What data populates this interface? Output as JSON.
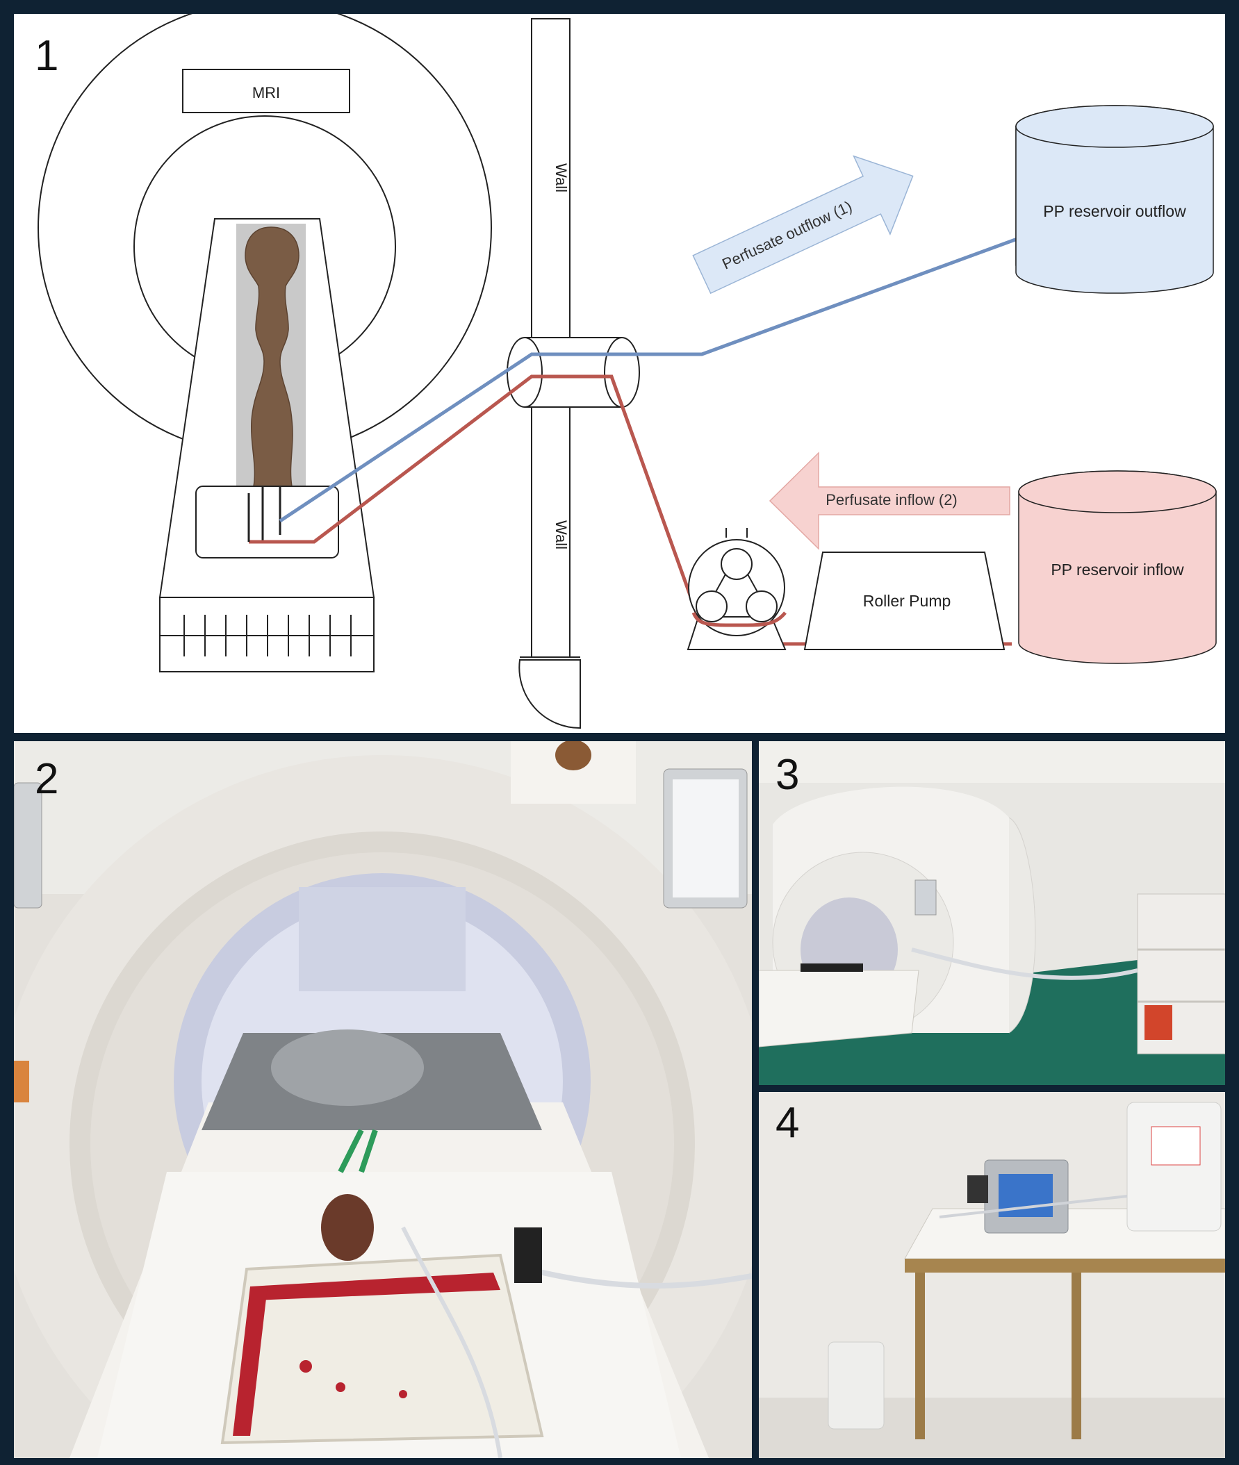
{
  "panels": [
    {
      "label": "1"
    },
    {
      "label": "2"
    },
    {
      "label": "3"
    },
    {
      "label": "4"
    }
  ],
  "diagram": {
    "mri_label": "MRI",
    "wall_label_top": "Wall",
    "wall_label_bottom": "Wall",
    "outflow_reservoir": "PP reservoir outflow",
    "inflow_reservoir": "PP reservoir inflow",
    "outflow_arrow": "Perfusate outflow (1)",
    "inflow_arrow": "Perfusate inflow (2)",
    "pump_label": "Roller Pump"
  },
  "colors": {
    "frame": "#0f2233",
    "outflow_line": "#6f8fbf",
    "inflow_line": "#b9574f",
    "outflow_fill": "#dce8f7",
    "inflow_fill": "#f7d2d0"
  }
}
